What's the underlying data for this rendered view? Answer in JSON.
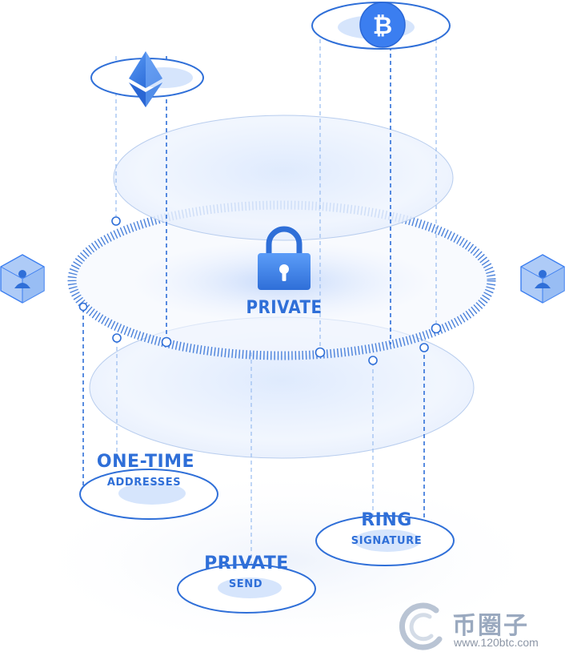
{
  "center": {
    "label": "PRIVATE"
  },
  "features": {
    "one_time": {
      "title": "ONE-TIME",
      "subtitle": "ADDRESSES"
    },
    "private_send": {
      "title": "PRIVATE",
      "subtitle": "SEND"
    },
    "ring": {
      "title": "RING",
      "subtitle": "SIGNATURE"
    }
  },
  "icons": {
    "top_left": "ethereum-icon",
    "top_right": "bitcoin-icon",
    "center": "padlock-icon",
    "left": "cube-user-icon",
    "right": "cube-user-icon"
  },
  "watermark": {
    "brand": "币圈子",
    "url": "www.120btc.com"
  },
  "colors": {
    "primary": "#2f6fd8",
    "light": "#cfe0fb",
    "accent": "#3b7ef0"
  }
}
